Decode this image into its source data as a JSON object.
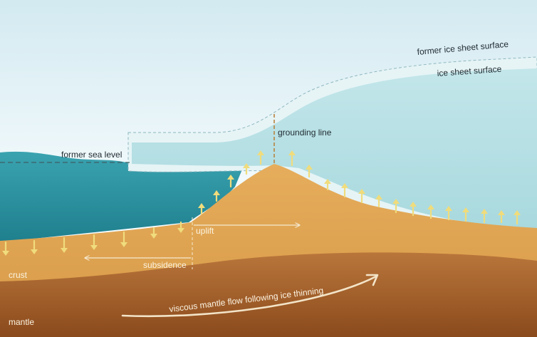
{
  "diagram": {
    "labels": {
      "former_ice_sheet_surface": "former ice sheet surface",
      "ice_sheet_surface": "ice sheet surface",
      "grounding_line": "grounding line",
      "former_sea_level": "former sea level",
      "uplift": "uplift",
      "subsidence": "subsidence",
      "crust": "crust",
      "mantle": "mantle",
      "mantle_flow": "viscous mantle flow following ice thinning"
    },
    "colors": {
      "sky_top": "#d5ebf2",
      "ocean": "#2f95a4",
      "ocean_deep": "#1f7f8d",
      "ice": "#b5dfe3",
      "ice_former": "#e4f3f5",
      "crust": "#e0a553",
      "crust_dark": "#cf8f3f",
      "mantle": "#a8662f",
      "mantle_dark": "#8a4b1e",
      "arrow": "#f0dc7c",
      "grounding_line": "#b8843f",
      "annotation": "#f6ead2"
    },
    "icons": {
      "uplift_arrows": "up-arrow",
      "subsidence_arrows": "down-arrow"
    }
  }
}
